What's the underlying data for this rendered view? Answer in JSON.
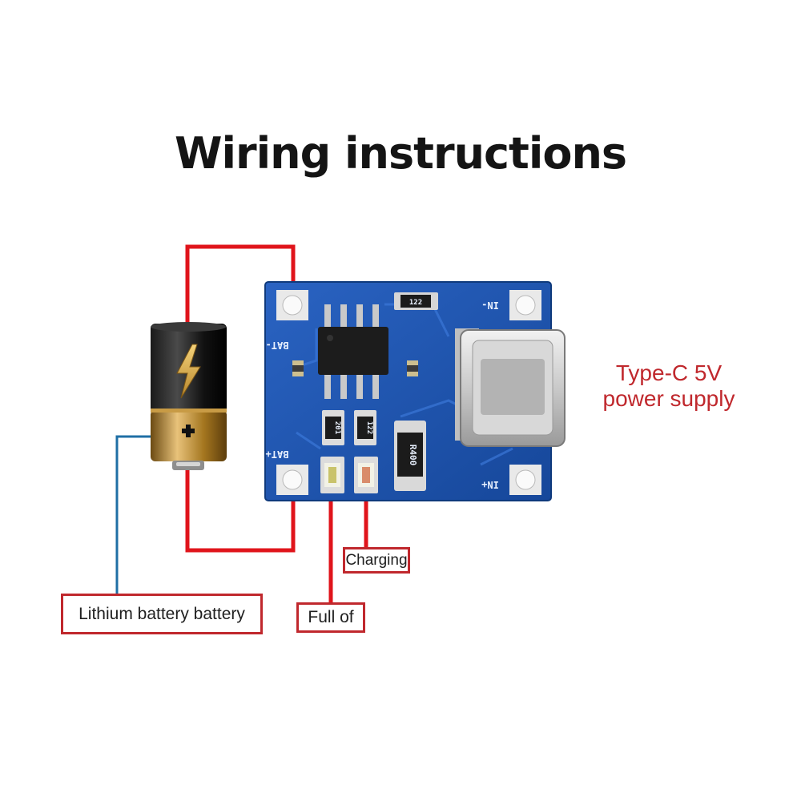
{
  "title": "Wiring instructions",
  "labels": {
    "battery": "Lithium battery battery",
    "full": "Full of",
    "charging": "Charging",
    "supply_line1": "Type-C 5V",
    "supply_line2": "power supply"
  },
  "board": {
    "bat_minus": "BAT-",
    "bat_plus": "BAT+",
    "in_minus": "IN-",
    "in_plus": "IN+",
    "res_top": "122",
    "res_left": "201",
    "res_right": "122",
    "res_big": "R400"
  },
  "colors": {
    "wire_red": "#e0141b",
    "wire_blue": "#1f6fa5",
    "label_border": "#c0282d",
    "pcb_blue": "#1f55b0"
  },
  "icons": {
    "battery_symbol": "lightning-bolt-icon",
    "battery_plus": "plus-icon"
  }
}
